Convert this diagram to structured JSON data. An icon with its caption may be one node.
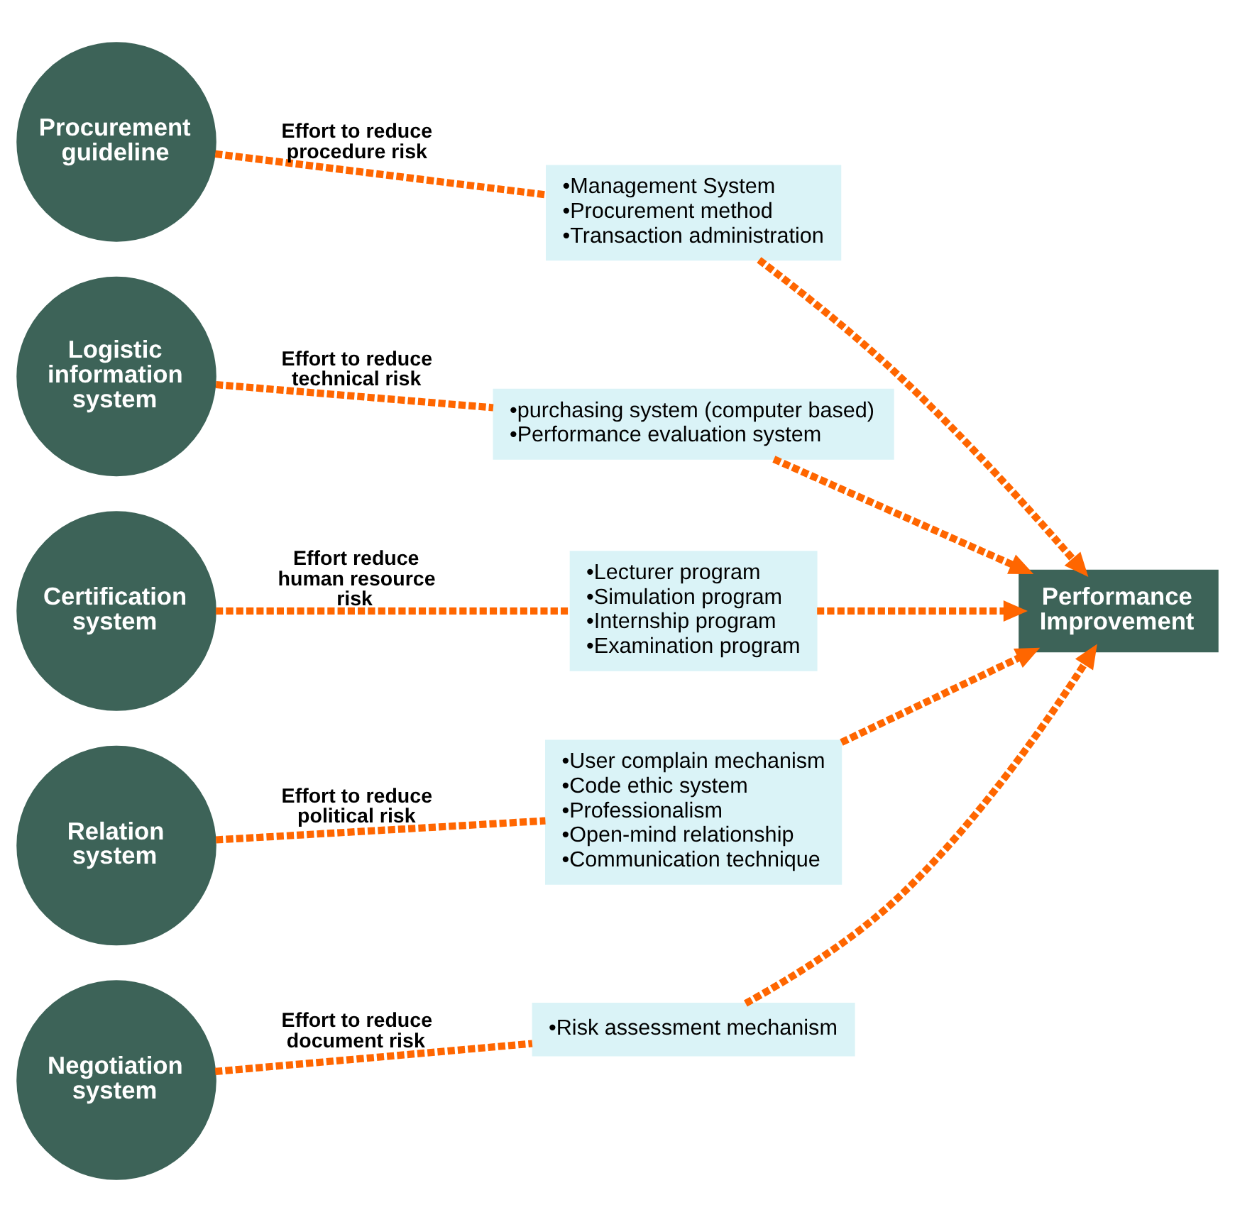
{
  "diagram": {
    "nodes": [
      {
        "text": [
          "Procurement guideline"
        ]
      },
      {
        "text": [
          "•Management System",
          "•Procurement method",
          "•Transaction administration"
        ]
      },
      {
        "text": [
          "Logistic information system"
        ]
      },
      {
        "text": [
          "•purchasing system (computer based)",
          "•Performance evaluation system"
        ]
      },
      {
        "text": [
          "Certification system"
        ]
      },
      {
        "text": [
          "•Lecturer program",
          "•Simulation program",
          "•Internship program",
          "•Examination program"
        ]
      },
      {
        "text": [
          "Relation system"
        ]
      },
      {
        "text": [
          "•User complain mechanism",
          "•Code ethic system",
          "•Professionalism",
          "•Open-mind relationship",
          "•Communication technique"
        ]
      },
      {
        "text": [
          "Negotiation system"
        ]
      },
      {
        "text": [
          "•Risk assessment mechanism"
        ]
      },
      {
        "text": [
          "Performance Improvement"
        ]
      }
    ],
    "edges": [
      {
        "from": 0,
        "to": 1,
        "arrow": "none",
        "label": "Effort to reduce procedure risk",
        "style": "dashed"
      },
      {
        "from": 2,
        "to": 3,
        "arrow": "none",
        "label": "Effort to reduce technical risk",
        "style": "dashed"
      },
      {
        "from": 4,
        "to": 5,
        "arrow": "none",
        "label": "Effort reduce human resource risk",
        "style": "dashed"
      },
      {
        "from": 6,
        "to": 7,
        "arrow": "none",
        "label": "Effort to reduce political risk",
        "style": "dashed"
      },
      {
        "from": 8,
        "to": 9,
        "arrow": "none",
        "label": "Effort to reduce document risk",
        "style": "dashed"
      },
      {
        "from": 1,
        "to": 10,
        "arrow": "to",
        "style": "dashed"
      },
      {
        "from": 3,
        "to": 10,
        "arrow": "to",
        "style": "dashed"
      },
      {
        "from": 5,
        "to": 10,
        "arrow": "to",
        "style": "dashed"
      },
      {
        "from": 7,
        "to": 10,
        "arrow": "to",
        "style": "dashed"
      },
      {
        "from": 9,
        "to": 10,
        "arrow": "to",
        "style": "dashed"
      }
    ]
  }
}
